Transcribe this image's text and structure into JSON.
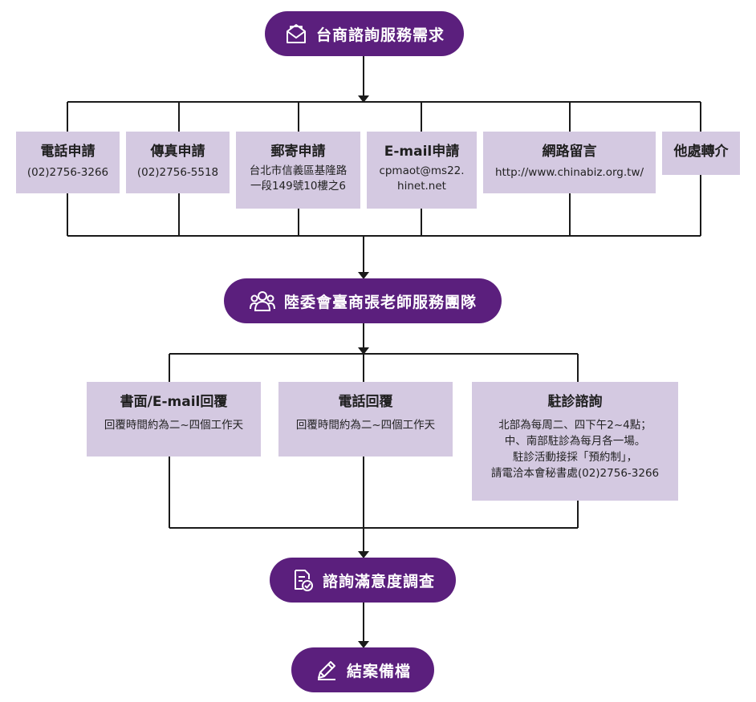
{
  "steps": {
    "top": "台商諮詢服務需求",
    "team": "陸委會臺商張老師服務團隊",
    "survey": "諮詢滿意度調查",
    "archive": "結案備檔"
  },
  "channels": [
    {
      "title": "電話申請",
      "lines": [
        "(02)2756-3266"
      ]
    },
    {
      "title": "傳真申請",
      "lines": [
        "(02)2756-5518"
      ]
    },
    {
      "title": "郵寄申請",
      "lines": [
        "台北市信義區基隆路",
        "一段149號10樓之6"
      ]
    },
    {
      "title": "E-mail申請",
      "lines": [
        "cpmaot@ms22.",
        "hinet.net"
      ]
    },
    {
      "title": "網路留言",
      "lines": [
        "http://www.chinabiz.org.tw/"
      ]
    },
    {
      "title": "他處轉介",
      "lines": []
    }
  ],
  "responses": [
    {
      "title": "書面/E-mail回覆",
      "lines": [
        "回覆時間約為二~四個工作天"
      ]
    },
    {
      "title": "電話回覆",
      "lines": [
        "回覆時間約為二~四個工作天"
      ]
    },
    {
      "title": "駐診諮詢",
      "lines": [
        "北部為每周二、四下午2~4點；",
        "中、南部駐診為每月各一場。",
        "駐診活動接採「預約制」，",
        "請電洽本會秘書處(02)2756-3266"
      ]
    }
  ],
  "colors": {
    "accent": "#5b1f7d",
    "box": "#d4c9e1",
    "line": "#1a1a1a"
  },
  "icons": {
    "top": "envelope-icon",
    "team": "people-group-icon",
    "survey": "document-check-icon",
    "archive": "pen-icon"
  }
}
